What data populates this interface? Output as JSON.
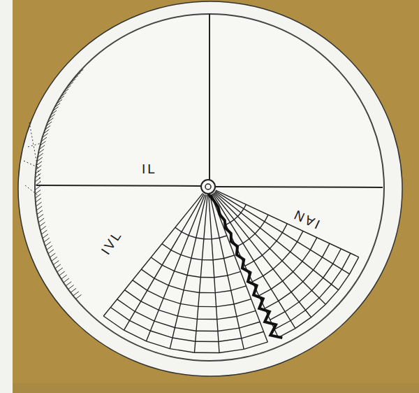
{
  "diagram": {
    "labels": [
      "IL",
      "IVL",
      "IAN"
    ]
  }
}
